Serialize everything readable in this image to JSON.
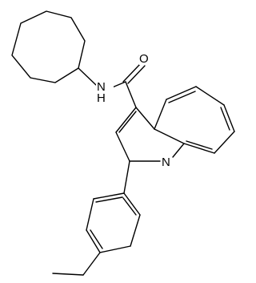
{
  "molecule": {
    "atoms": {
      "oxygen": "O",
      "amide_nh": "N",
      "amide_h": "H",
      "quinoline_n": "N"
    },
    "colors": {
      "bond": "#000000",
      "background": "#ffffff"
    }
  }
}
